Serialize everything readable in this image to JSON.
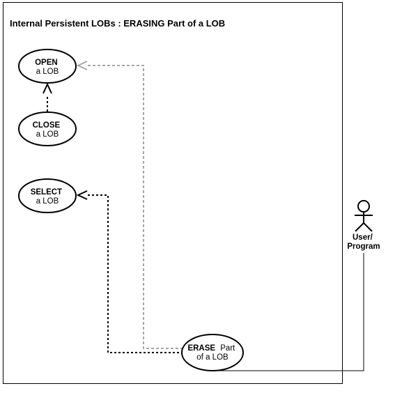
{
  "diagram": {
    "title": "Internal Persistent LOBs : ERASING Part of a LOB",
    "colors": {
      "outline": "#000000",
      "dependency_gray": "#a6a6a6",
      "background": "#ffffff"
    },
    "use_cases": [
      {
        "id": "open",
        "verb": "OPEN",
        "verb_suffix": "",
        "object": "a LOB"
      },
      {
        "id": "close",
        "verb": "CLOSE",
        "verb_suffix": "",
        "object": "a LOB"
      },
      {
        "id": "select",
        "verb": "SELECT",
        "verb_suffix": "",
        "object": "a LOB"
      },
      {
        "id": "erase",
        "verb": "ERASE",
        "verb_suffix": "Part",
        "object": "of a LOB"
      }
    ],
    "actor": {
      "label_line1": "User/",
      "label_line2": "Program"
    },
    "relationships": [
      {
        "from": "CLOSE a LOB",
        "to": "OPEN a LOB",
        "style": "dashed-black-arrow"
      },
      {
        "from": "ERASE Part of a LOB",
        "to": "OPEN a LOB",
        "style": "dashed-gray-arrow"
      },
      {
        "from": "ERASE Part of a LOB",
        "to": "SELECT a LOB",
        "style": "dashed-black-arrow"
      },
      {
        "from": "User/Program",
        "to": "ERASE Part of a LOB",
        "style": "solid-line"
      }
    ]
  }
}
